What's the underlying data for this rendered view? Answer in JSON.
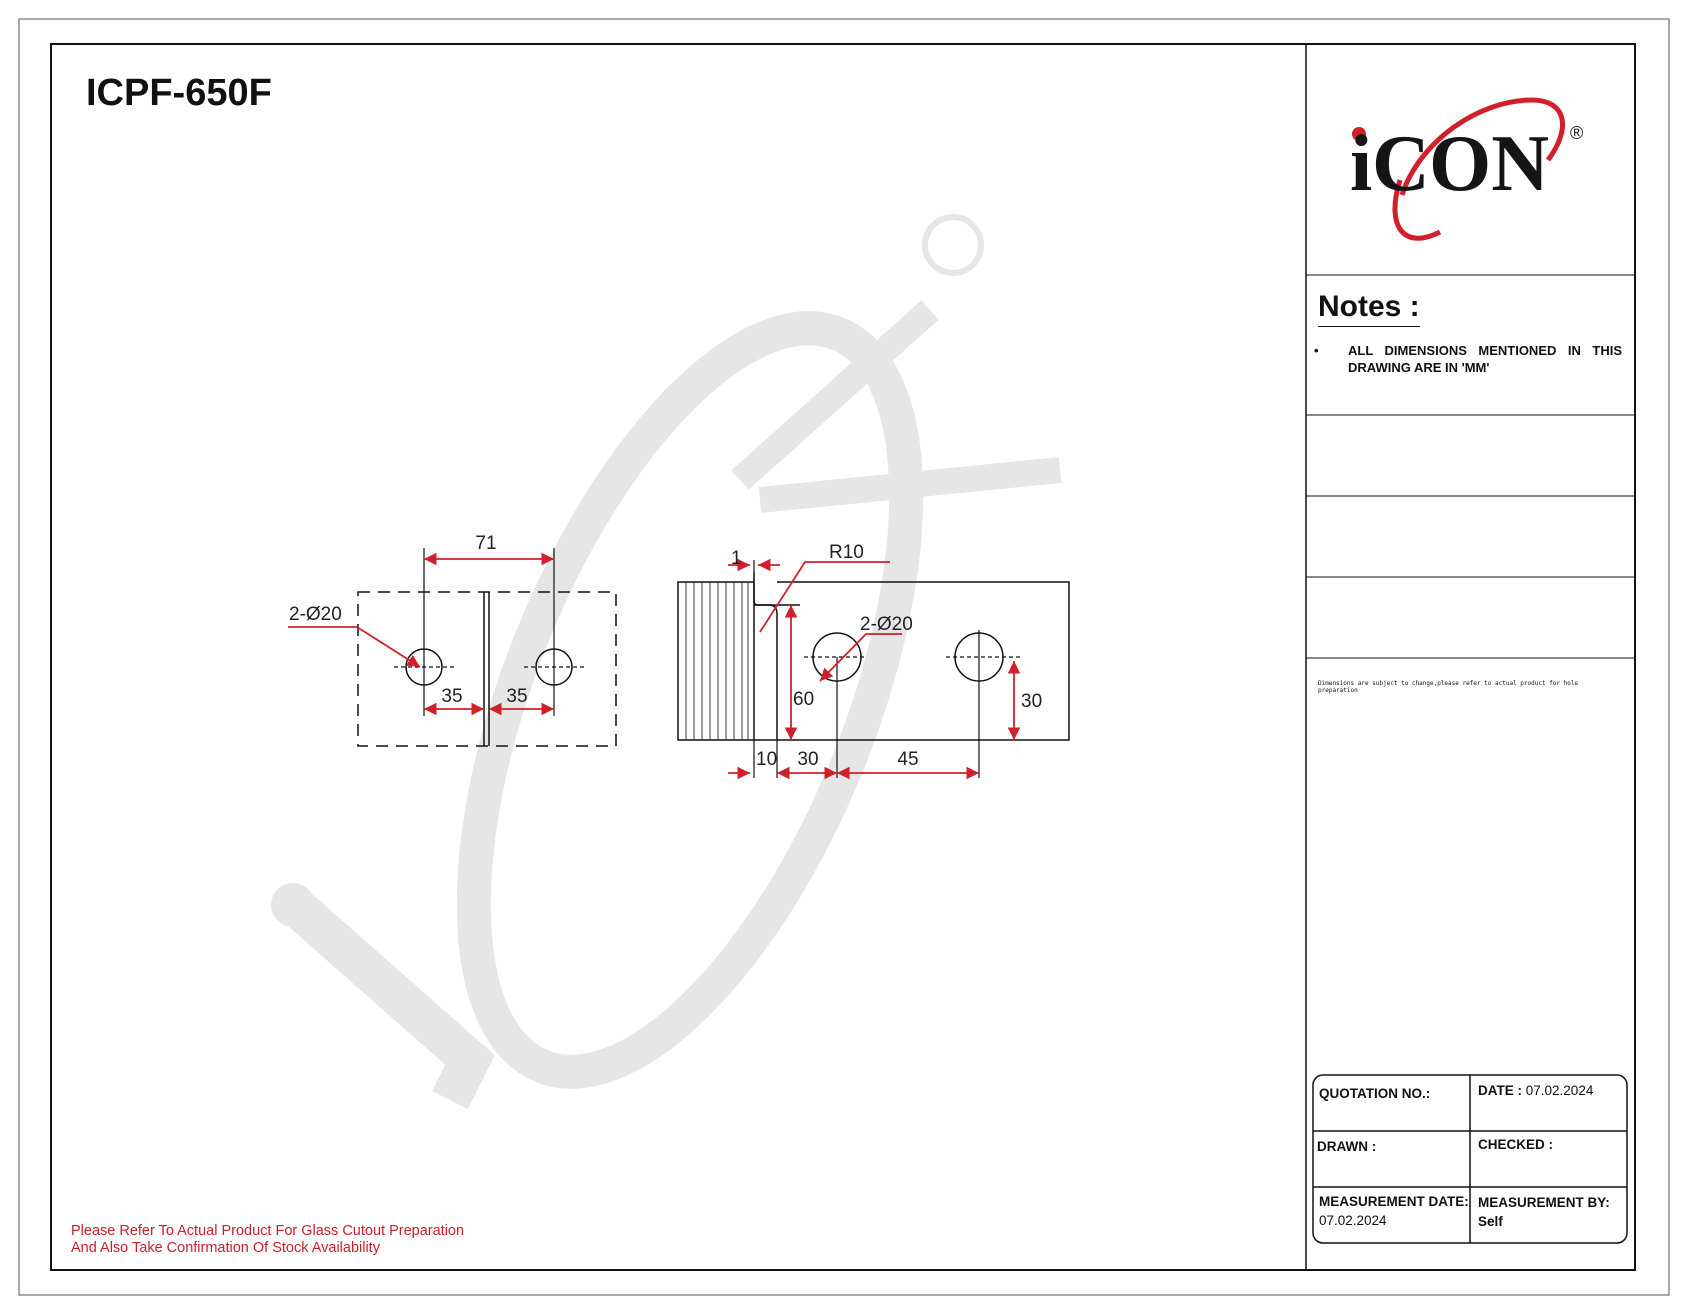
{
  "drawing": {
    "title": "ICPF-650F"
  },
  "logo": {
    "letter_i": "i",
    "letter_c": "C",
    "letters_on": "ON",
    "registered_mark": "®"
  },
  "notes": {
    "heading": "Notes :",
    "bullet": "•",
    "item_1": "ALL DIMENSIONS MENTIONED IN THIS DRAWING ARE IN 'MM'",
    "disclaimer": "Dimensions are subject to change,please refer to actual product for hole preparation"
  },
  "footer_note": {
    "line_1": "Please Refer To Actual Product For Glass Cutout Preparation",
    "line_2": "And Also Take Confirmation Of Stock Availability"
  },
  "title_block": {
    "quotation_label": "QUOTATION NO.:",
    "date_label": "DATE :",
    "date_value": "07.02.2024",
    "drawn_label": "DRAWN :",
    "checked_label": "CHECKED :",
    "measurement_date_label": "MEASUREMENT DATE:",
    "measurement_date_value": "07.02.2024",
    "measurement_by_label": "MEASUREMENT BY:",
    "measurement_by_value": "Self"
  },
  "dimensions": {
    "left_width": "71",
    "left_hole_label": "2-Ø20",
    "left_offset_a": "35",
    "left_offset_b": "35",
    "right_thickness": "1",
    "right_radius": "R10",
    "right_hole_label": "2-Ø20",
    "right_height": "60",
    "right_hole_height": "30",
    "right_bottom_a": "10",
    "right_bottom_b": "30",
    "right_bottom_c": "45"
  },
  "colors": {
    "dimension_red": "#d0202b",
    "logo_red": "#d0202b",
    "line_black": "#111111",
    "watermark_gray": "#e3e3e3"
  }
}
